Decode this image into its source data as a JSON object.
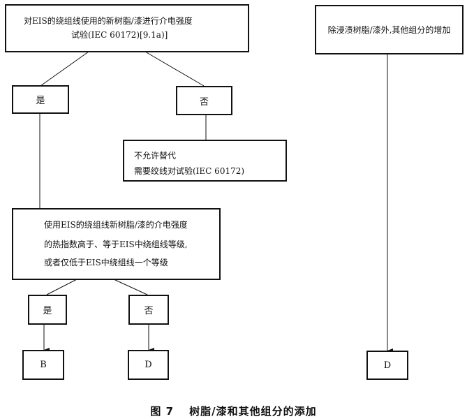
{
  "diagram": {
    "top_left_box": {
      "line1": "对EIS的绕组线使用的新树脂/漆进行介电强度",
      "line2": "试验(IEC 60172)[9.1a)]"
    },
    "top_right_box": {
      "text": "除浸渍树脂/漆外,其他组分的增加"
    },
    "branch1": {
      "yes_label": "是",
      "no_label": "否"
    },
    "no_result_box": {
      "line1": "不允许替代",
      "line2": "需要绞线对试验(IEC 60172)"
    },
    "middle_box": {
      "line1": "使用EIS的绕组线新树脂/漆的介电强度",
      "line2": "的热指数高于、等于EIS中绕组线等级,",
      "line3": "或者仅低于EIS中绕组线一个等级"
    },
    "branch2": {
      "yes_label": "是",
      "no_label": "否"
    },
    "outcomes": {
      "yes_outcome": "B",
      "no_outcome": "D",
      "right_outcome": "D"
    }
  },
  "caption": {
    "figure_number": "图 7",
    "title": "树脂/漆和其他组分的添加"
  }
}
